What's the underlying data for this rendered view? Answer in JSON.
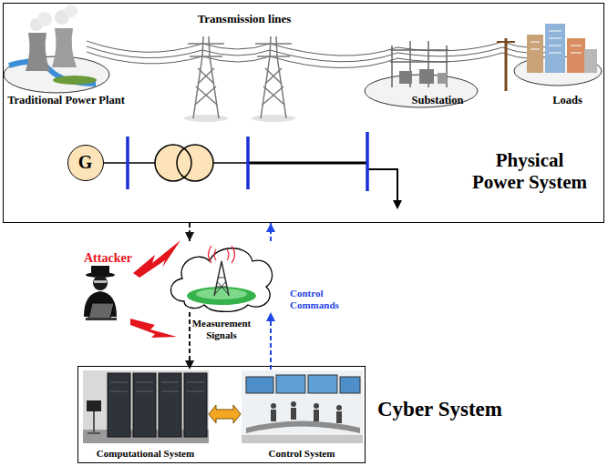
{
  "diagram": {
    "nodes": [
      {
        "text": [
          "Physical Power System"
        ]
      },
      {
        "text": [
          "G"
        ],
        "in": 0
      },
      {
        "text": [
          "Measurement Signals"
        ]
      },
      {
        "text": [
          "Cyber System"
        ]
      },
      {
        "text": [
          "Computational System"
        ],
        "in": 3
      },
      {
        "text": [
          "Control System"
        ],
        "in": 3
      }
    ],
    "edges": [
      {
        "from": 0,
        "to": 2,
        "arrow": "to"
      },
      {
        "from": 2,
        "to": 0,
        "arrow": "to"
      },
      {
        "from": 2,
        "to": 4,
        "arrow": "to"
      },
      {
        "from": 5,
        "to": 2,
        "label": "Control Commands",
        "arrow": "to"
      },
      {
        "from": 4,
        "to": 5,
        "arrow": "both"
      }
    ],
    "labels": [
      "Traditional Power Plant",
      "Transmission lines",
      "Substation",
      "Loads",
      "Attacker"
    ]
  }
}
